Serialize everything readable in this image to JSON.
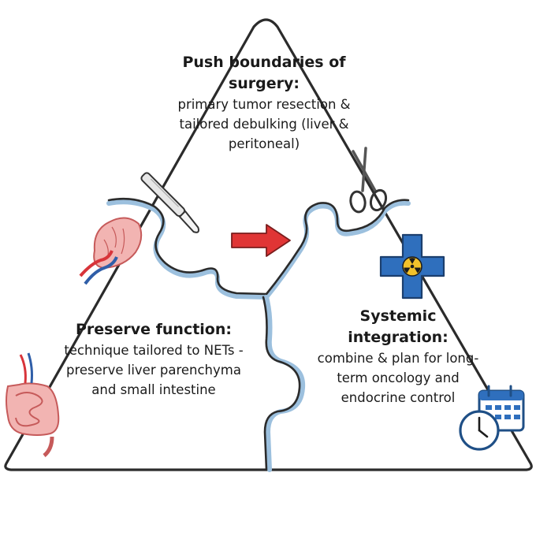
{
  "pieces": {
    "top": {
      "title": "Push boundaries of surgery:",
      "body": "primary tumor resection & tailored debulking (liver & peritoneal)"
    },
    "left": {
      "title": "Preserve function:",
      "body": "technique tailored to NETs - preserve liver parenchyma and small intestine"
    },
    "right": {
      "title": "Systemic integration:",
      "body": "combine & plan for long-term oncology and endocrine control"
    }
  },
  "icons": {
    "top": [
      "scalpel-icon",
      "scissors-icon"
    ],
    "left": [
      "liver-icon",
      "intestine-icon"
    ],
    "right": [
      "radiation-cross-icon",
      "calendar-clock-icon"
    ],
    "arrow": "arrow-right-icon"
  },
  "colors": {
    "outline": "#2b2b2b",
    "seam": "#9cc0de",
    "arrow": "#e03535",
    "organ": "#f2b4b2",
    "organ_stroke": "#c65a5a",
    "vessel_red": "#d8343a",
    "vessel_blue": "#2f5ea8",
    "cross_blue": "#2f6fbd",
    "radiation_yellow": "#f3c22b"
  }
}
